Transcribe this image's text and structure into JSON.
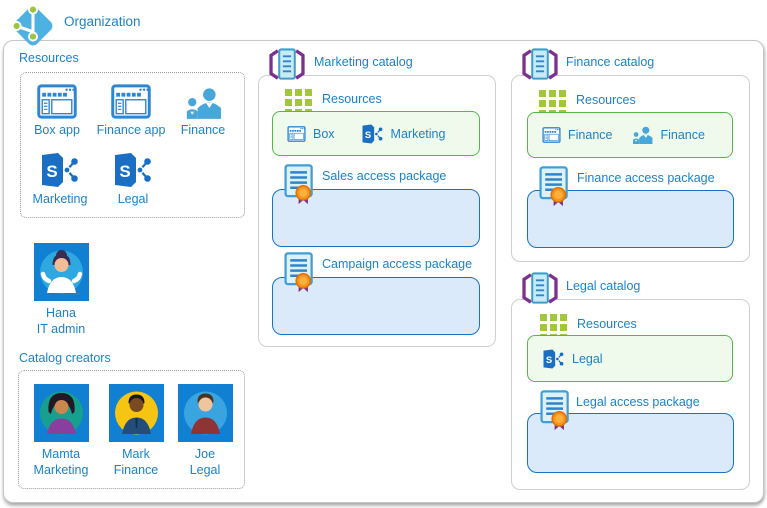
{
  "organization": {
    "label": "Organization"
  },
  "resources_panel": {
    "title": "Resources",
    "items": [
      {
        "label": "Box app"
      },
      {
        "label": "Finance app"
      },
      {
        "label": "Finance"
      },
      {
        "label": "Marketing"
      },
      {
        "label": "Legal"
      }
    ]
  },
  "it_admin": {
    "line1": "Hana",
    "line2": "IT admin"
  },
  "catalog_creators": {
    "title": "Catalog creators",
    "people": [
      {
        "line1": "Mamta",
        "line2": "Marketing"
      },
      {
        "line1": "Mark",
        "line2": "Finance"
      },
      {
        "line1": "Joe",
        "line2": "Legal"
      }
    ]
  },
  "catalogs": [
    {
      "title": "Marketing catalog",
      "resources_label": "Resources",
      "resources": [
        {
          "label": "Box"
        },
        {
          "label": "Marketing"
        }
      ],
      "packages": [
        {
          "label": "Sales access package"
        },
        {
          "label": "Campaign access package"
        }
      ]
    },
    {
      "title": "Finance catalog",
      "resources_label": "Resources",
      "resources": [
        {
          "label": "Finance"
        },
        {
          "label": "Finance"
        }
      ],
      "packages": [
        {
          "label": "Finance access package"
        }
      ]
    },
    {
      "title": "Legal catalog",
      "resources_label": "Resources",
      "resources": [
        {
          "label": "Legal"
        }
      ],
      "packages": [
        {
          "label": "Legal access package"
        }
      ]
    }
  ],
  "icons": {
    "logo": "azure-ad-organization-icon",
    "app_window": "app-window-icon",
    "people_group": "people-group-icon",
    "sharepoint": "sharepoint-icon",
    "resources_grid": "resources-grid-icon",
    "access_package": "certificate-badge-icon",
    "catalog": "catalog-bracket-document-icon"
  },
  "colors": {
    "accent_blue": "#1d82c7",
    "catalog_purple": "#7b2f8e",
    "resource_green": "#54b948",
    "package_blue": "#1a72c4",
    "package_fill": "#dbeafa",
    "lime_grid": "#a3c73c",
    "azure_icon": "#4db2e2",
    "avatar_square": "#1180d2"
  }
}
